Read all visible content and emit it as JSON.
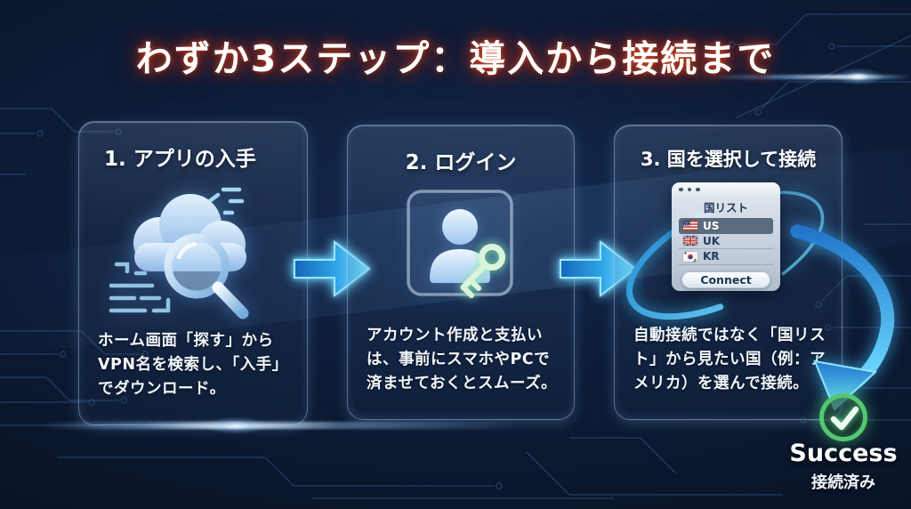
{
  "title": "わずか3ステップ：導入から接続まで",
  "steps": [
    {
      "heading": "1. アプリの入手",
      "description": "ホーム画面「探す」からVPN名を検索し、「入手」でダウンロード。",
      "icon": "cloud-search-icon"
    },
    {
      "heading": "2. ログイン",
      "description": "アカウント作成と支払いは、事前にスマホやPCで済ませておくとスムーズ。",
      "icon": "user-key-icon"
    },
    {
      "heading": "3. 国を選択して接続",
      "description": "自動接続ではなく「国リスト」から見たい国（例：アメリカ）を選んで接続。",
      "icon": "country-list-window-icon"
    }
  ],
  "country_window": {
    "title": "国リスト",
    "rows": [
      {
        "flag": "us-flag-icon",
        "label": "US",
        "selected": true
      },
      {
        "flag": "uk-flag-icon",
        "label": "UK",
        "selected": false
      },
      {
        "flag": "kr-flag-icon",
        "label": "KR",
        "selected": false
      }
    ],
    "connect_label": "Connect"
  },
  "success": {
    "label": "Success",
    "sublabel": "接続済み",
    "icon": "check-circle-icon"
  },
  "colors": {
    "background": "#0D1C38",
    "title_text": "#FFFFFF",
    "title_glow": "#DC3716",
    "arrow_blue": "#3FBDF8",
    "success_green": "#55C773",
    "card_border": "#C3DAF2",
    "selected_row": "#5B6B7E"
  }
}
